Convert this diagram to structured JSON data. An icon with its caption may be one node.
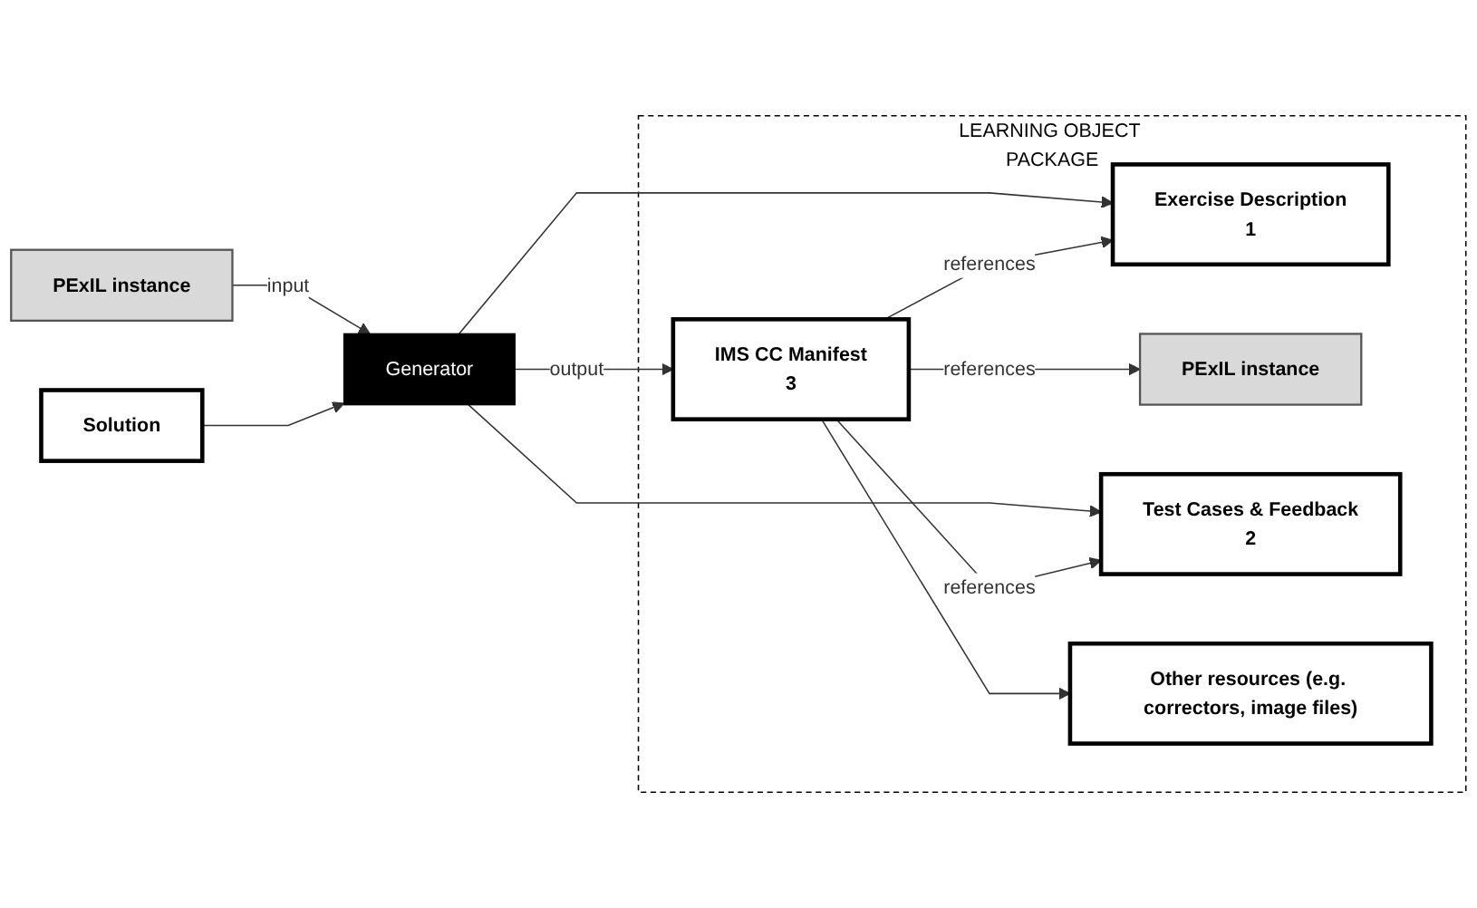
{
  "diagram": {
    "nodes": [
      {
        "text": [
          "PExIL instance"
        ]
      },
      {
        "text": [
          "Solution"
        ]
      },
      {
        "text": [
          "Generator"
        ]
      },
      {
        "text": [
          "LEARNING OBJECT PACKAGE"
        ]
      },
      {
        "text": [
          "Exercise Description",
          "1"
        ],
        "in": 3
      },
      {
        "text": [
          "PExIL instance"
        ],
        "in": 3
      },
      {
        "text": [
          "IMS CC Manifest",
          "3"
        ],
        "in": 3
      },
      {
        "text": [
          "Test Cases & Feedback",
          "2"
        ],
        "in": 3
      },
      {
        "text": [
          "Other resources (e.g. correctors, image files)"
        ],
        "in": 3
      }
    ],
    "edges": [
      {
        "from": 0,
        "to": 2,
        "arrow": "to",
        "label": "input"
      },
      {
        "from": 1,
        "to": 2,
        "arrow": "to"
      },
      {
        "from": 2,
        "to": 4,
        "arrow": "to"
      },
      {
        "from": 2,
        "to": 6,
        "arrow": "to",
        "label": "output"
      },
      {
        "from": 2,
        "to": 7,
        "arrow": "to"
      },
      {
        "from": 6,
        "to": 4,
        "arrow": "to",
        "label": "references"
      },
      {
        "from": 6,
        "to": 7,
        "arrow": "to",
        "label": "references"
      },
      {
        "from": 6,
        "to": 5,
        "arrow": "to",
        "label": "references"
      },
      {
        "from": 6,
        "to": 8,
        "arrow": "to"
      }
    ]
  }
}
